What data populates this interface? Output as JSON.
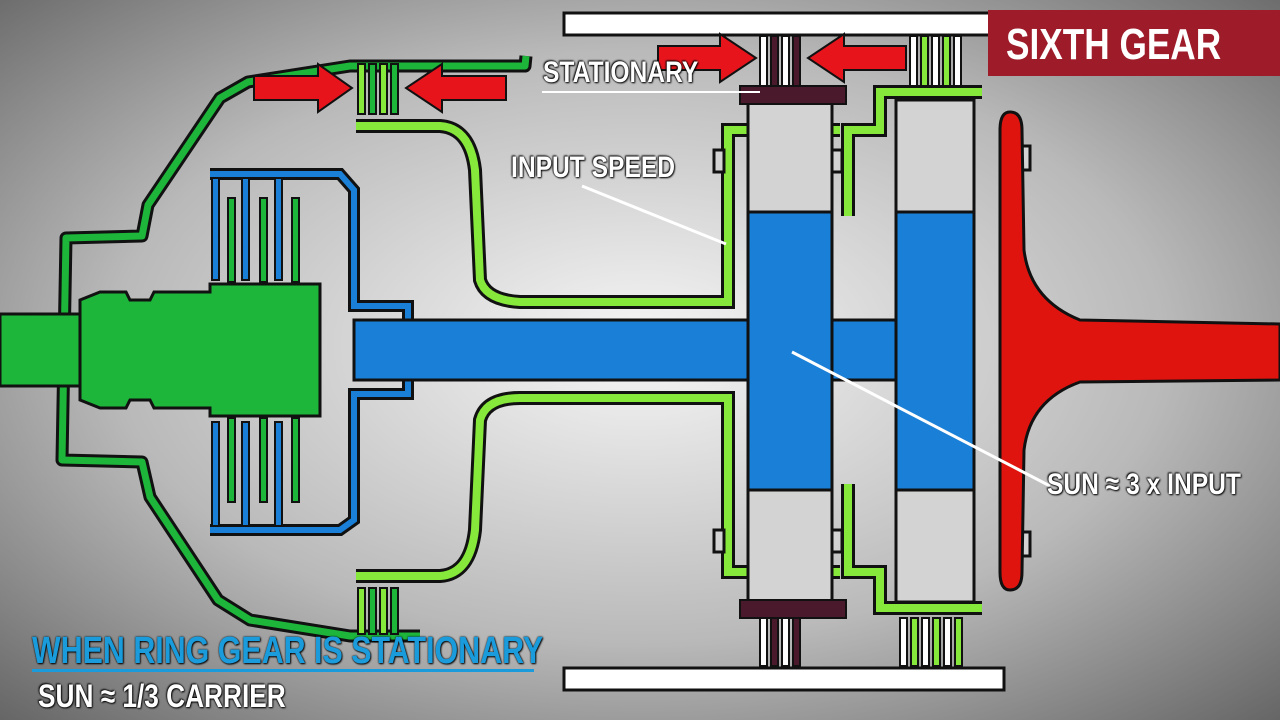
{
  "title": "SIXTH GEAR",
  "labels": {
    "stationary": "STATIONARY",
    "input_speed": "INPUT SPEED",
    "sun_speed": "SUN ≈ 3 x INPUT"
  },
  "caption": {
    "heading": "WHEN RING GEAR IS STATIONARY",
    "relation": "SUN ≈ 1/3 CARRIER"
  },
  "colors": {
    "background_center": "#f4f4f4",
    "background_edge": "#6e6e6e",
    "green_dark": "#1db53a",
    "green_light": "#86e83a",
    "blue": "#1a7fd6",
    "red": "#e0140f",
    "arrow_red": "#e8141c",
    "gray_part": "#d3d3d3",
    "maroon": "#4a1a2c",
    "title_badge": "#9e1b2a",
    "caption_blue": "#1a9cdc"
  },
  "icons": {
    "apply_arrow": "arrow-right-icon",
    "apply_arrow_left": "arrow-left-icon"
  }
}
